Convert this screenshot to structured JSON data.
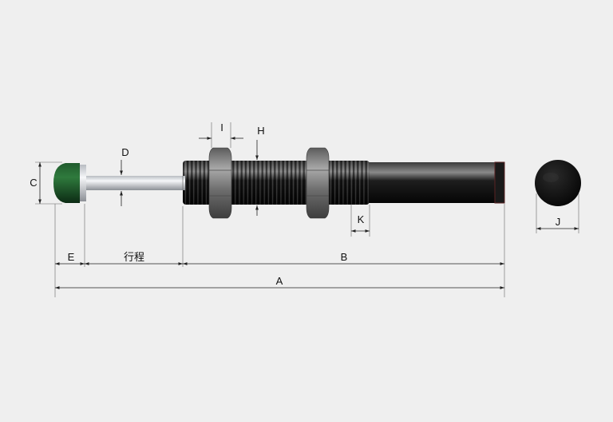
{
  "diagram": {
    "labels": {
      "A": "A",
      "B": "B",
      "C": "C",
      "D": "D",
      "E": "E",
      "H": "H",
      "I": "I",
      "J": "J",
      "K": "K",
      "stroke": "行程"
    }
  }
}
